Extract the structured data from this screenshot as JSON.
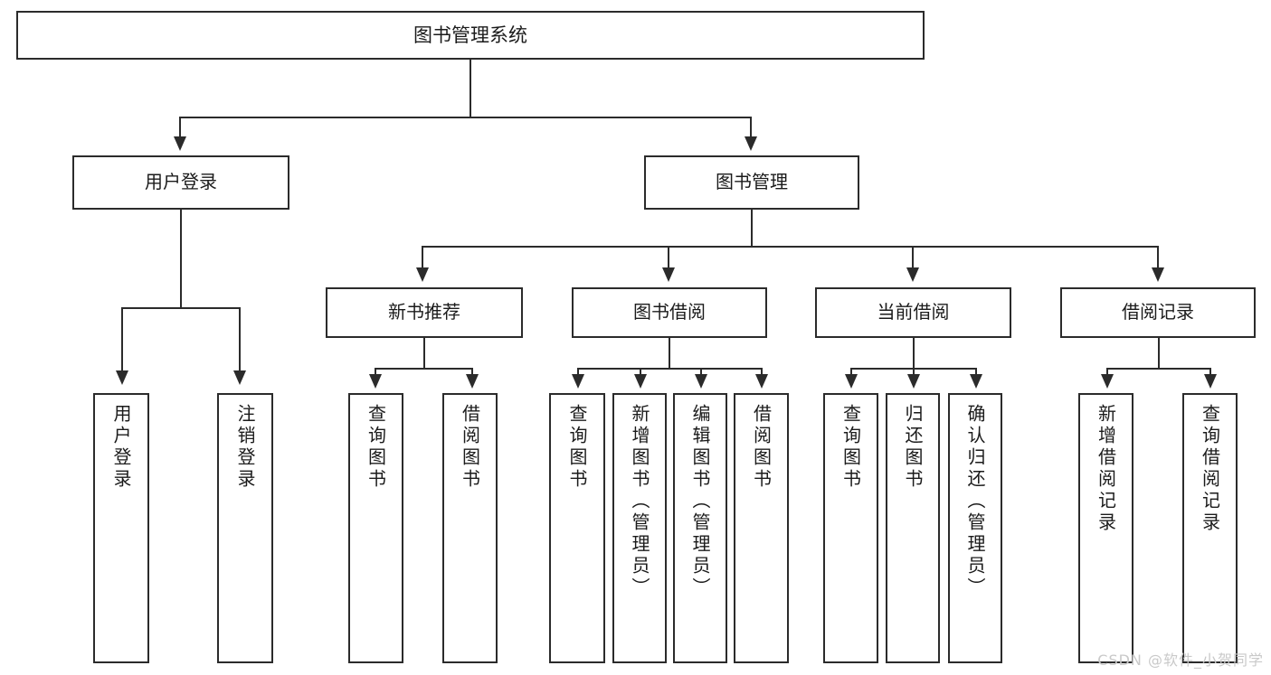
{
  "diagram": {
    "title": "图书管理系统",
    "type": "tree",
    "watermark": "CSDN @软件_小贺同学",
    "colors": {
      "stroke": "#2b2b2b",
      "fill": "#ffffff",
      "text": "#1b1b1b",
      "watermark": "#c9c9c9"
    },
    "root": {
      "label": "图书管理系统"
    },
    "level1": [
      {
        "label": "用户登录"
      },
      {
        "label": "图书管理"
      }
    ],
    "level2": [
      {
        "label": "新书推荐"
      },
      {
        "label": "图书借阅"
      },
      {
        "label": "当前借阅"
      },
      {
        "label": "借阅记录"
      }
    ],
    "leaves": {
      "user_login": [
        {
          "label": "用户登录"
        },
        {
          "label": "注销登录"
        }
      ],
      "new_book_recommend": [
        {
          "label": "查询图书"
        },
        {
          "label": "借阅图书"
        }
      ],
      "book_borrow": [
        {
          "label": "查询图书"
        },
        {
          "label": "新增图书（管理员）"
        },
        {
          "label": "编辑图书（管理员）"
        },
        {
          "label": "借阅图书"
        }
      ],
      "current_borrow": [
        {
          "label": "查询图书"
        },
        {
          "label": "归还图书"
        },
        {
          "label": "确认归还（管理员）"
        }
      ],
      "borrow_record": [
        {
          "label": "新增借阅记录"
        },
        {
          "label": "查询借阅记录"
        }
      ]
    }
  }
}
